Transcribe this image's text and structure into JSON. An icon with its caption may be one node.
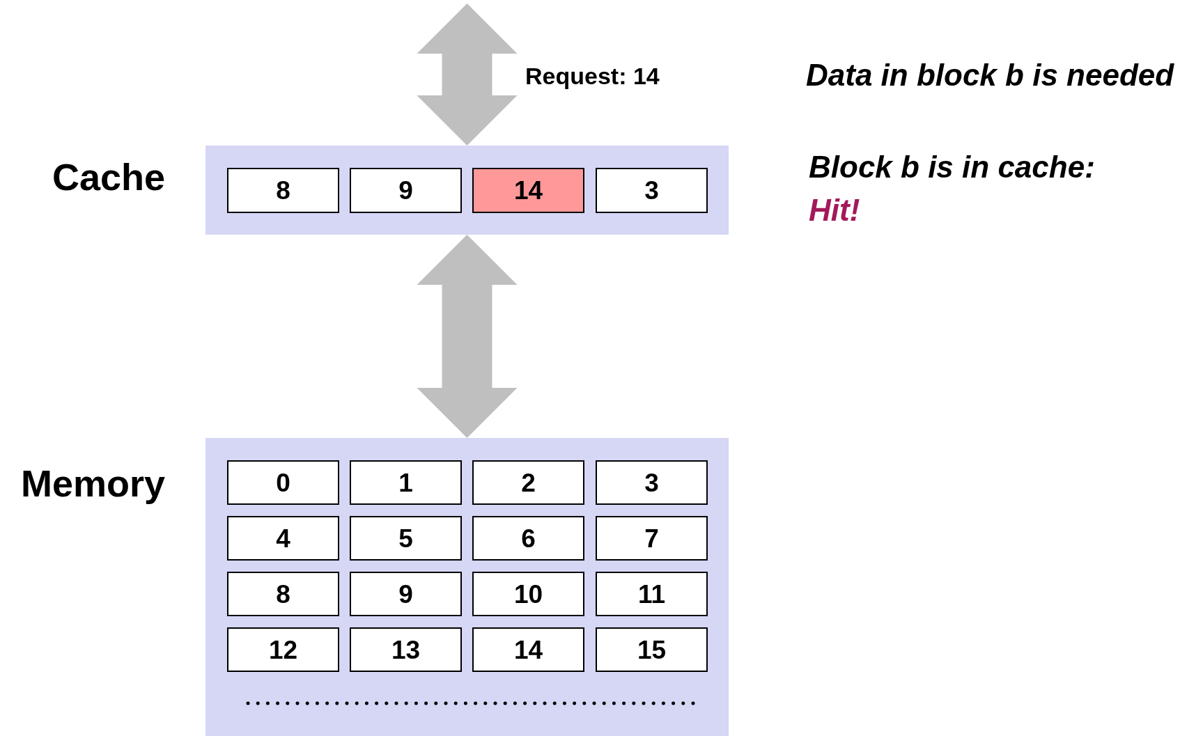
{
  "diagram": {
    "nodes": [
      {
        "text": [
          "Cache"
        ]
      },
      {
        "text": [
          "8"
        ],
        "in": 0
      },
      {
        "text": [
          "9"
        ],
        "in": 0
      },
      {
        "text": [
          "14"
        ],
        "in": 0
      },
      {
        "text": [
          "3"
        ],
        "in": 0
      },
      {
        "text": [
          "Memory"
        ]
      },
      {
        "text": [
          "0"
        ],
        "in": 5
      },
      {
        "text": [
          "1"
        ],
        "in": 5
      },
      {
        "text": [
          "2"
        ],
        "in": 5
      },
      {
        "text": [
          "3"
        ],
        "in": 5
      },
      {
        "text": [
          "4"
        ],
        "in": 5
      },
      {
        "text": [
          "5"
        ],
        "in": 5
      },
      {
        "text": [
          "6"
        ],
        "in": 5
      },
      {
        "text": [
          "7"
        ],
        "in": 5
      },
      {
        "text": [
          "8"
        ],
        "in": 5
      },
      {
        "text": [
          "9"
        ],
        "in": 5
      },
      {
        "text": [
          "10"
        ],
        "in": 5
      },
      {
        "text": [
          "11"
        ],
        "in": 5
      },
      {
        "text": [
          "12"
        ],
        "in": 5
      },
      {
        "text": [
          "13"
        ],
        "in": 5
      },
      {
        "text": [
          "14"
        ],
        "in": 5
      },
      {
        "text": [
          "15"
        ],
        "in": 5
      }
    ],
    "edges": [
      {
        "from": null,
        "to": 0,
        "arrow": "both",
        "label": "Request: 14"
      },
      {
        "from": 0,
        "to": 5,
        "arrow": "both"
      }
    ],
    "labels": [
      "Data in block b is needed",
      "Block b is in cache:",
      "Hit!"
    ]
  }
}
